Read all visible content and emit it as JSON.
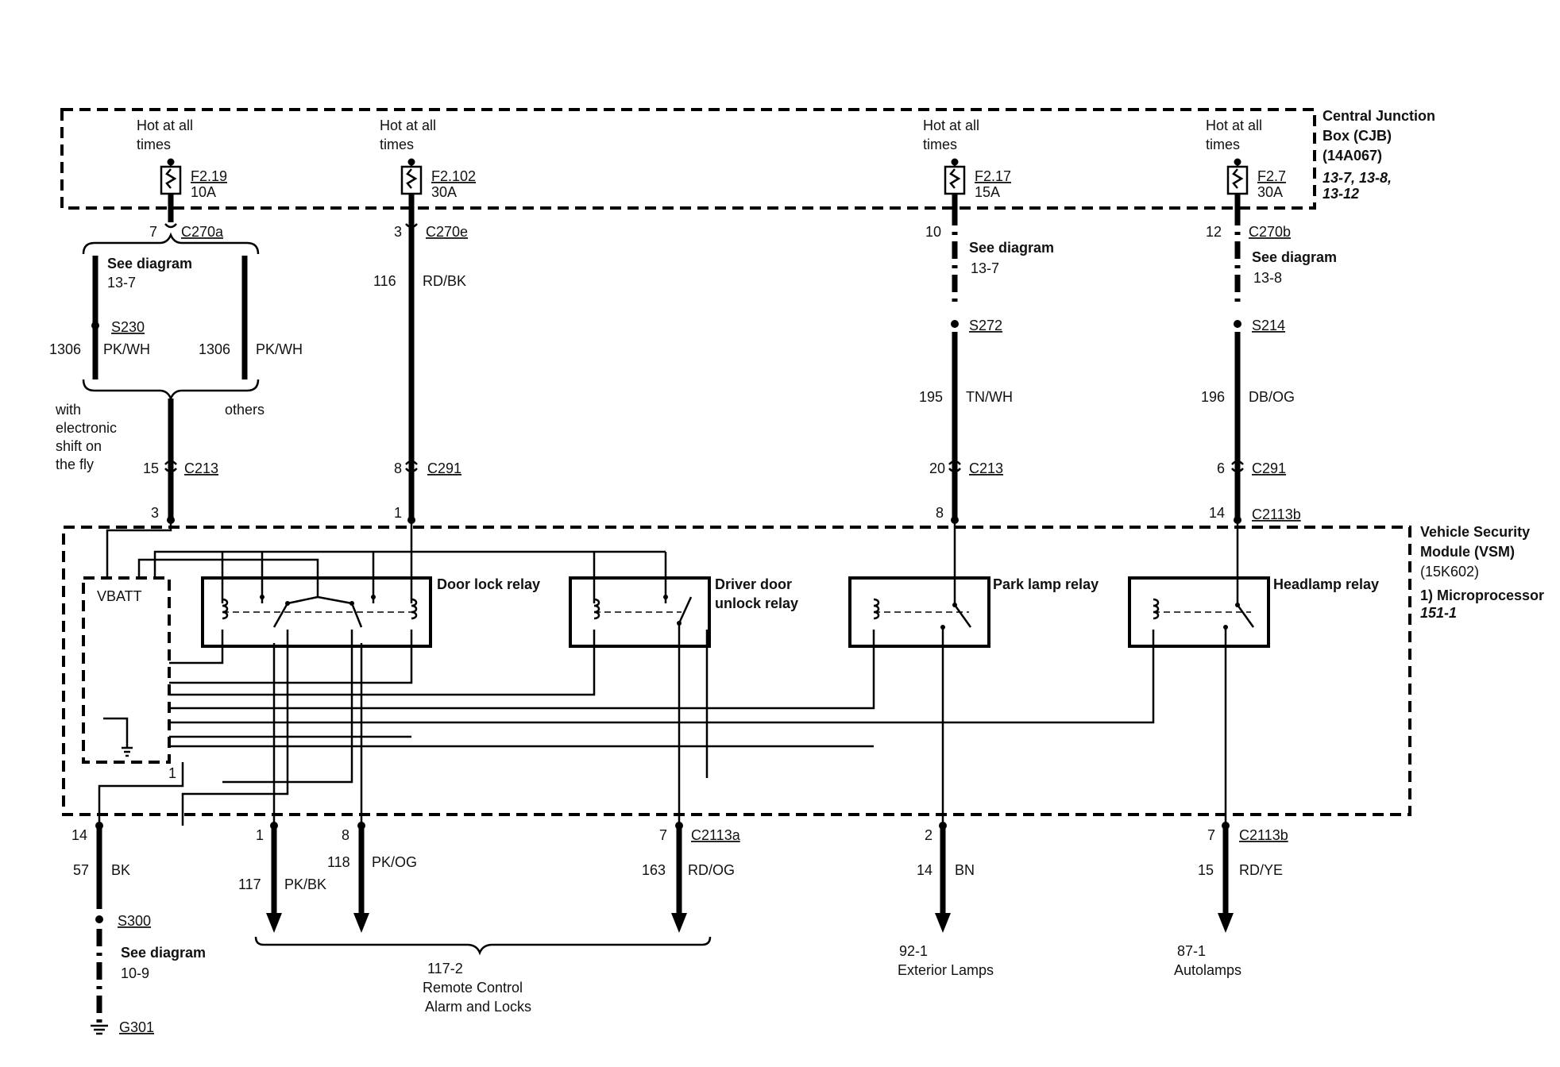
{
  "cjb": {
    "title1": "Central Junction",
    "title2": "Box (CJB)",
    "part": "(14A067)",
    "refs1": "13-7, 13-8,",
    "refs2": "13-12"
  },
  "vsm": {
    "title1": "Vehicle Security",
    "title2": "Module (VSM)",
    "part": "(15K602)",
    "note": "1) Microprocessor",
    "ref": "151-1",
    "vbatt": "VBATT",
    "pin1": "1"
  },
  "hot": {
    "line1": "Hot at all",
    "line2": "times"
  },
  "fuses": [
    {
      "id": "F2.19",
      "amp": "10A"
    },
    {
      "id": "F2.102",
      "amp": "30A"
    },
    {
      "id": "F2.17",
      "amp": "15A"
    },
    {
      "id": "F2.7",
      "amp": "30A"
    }
  ],
  "col1": {
    "pin_top": "7",
    "conn_top": "C270a",
    "see": "See diagram",
    "see_ref": "13-7",
    "splice": "S230",
    "circuit_a": "1306",
    "color_a": "PK/WH",
    "circuit_b": "1306",
    "color_b": "PK/WH",
    "opt1_l1": "with",
    "opt1_l2": "electronic",
    "opt1_l3": "shift on",
    "opt1_l4": "the fly",
    "opt2": "others",
    "pin_mid": "15",
    "conn_mid": "C213",
    "pin_vsm": "3"
  },
  "col2": {
    "pin_top": "3",
    "conn_top": "C270e",
    "circuit": "116",
    "color": "RD/BK",
    "pin_mid": "8",
    "conn_mid": "C291",
    "pin_vsm": "1"
  },
  "col3": {
    "pin_top": "10",
    "see": "See diagram",
    "see_ref": "13-7",
    "splice": "S272",
    "circuit": "195",
    "color": "TN/WH",
    "pin_mid": "20",
    "conn_mid": "C213",
    "pin_vsm": "8"
  },
  "col4": {
    "pin_top": "12",
    "conn_top": "C270b",
    "see": "See diagram",
    "see_ref": "13-8",
    "splice": "S214",
    "circuit": "196",
    "color": "DB/OG",
    "pin_mid": "6",
    "conn_mid": "C291",
    "pin_vsm": "14",
    "conn_vsm": "C2113b"
  },
  "relays": {
    "door_lock": "Door lock relay",
    "driver_unlock1": "Driver door",
    "driver_unlock2": "unlock relay",
    "park": "Park lamp relay",
    "headlamp": "Headlamp relay"
  },
  "outputs": {
    "ground": {
      "pin": "14",
      "circuit": "57",
      "color": "BK",
      "splice": "S300",
      "see": "See diagram",
      "see_ref": "10-9",
      "ground": "G301"
    },
    "lock1": {
      "pin": "1",
      "circuit": "117",
      "color": "PK/BK"
    },
    "lock2": {
      "pin": "8",
      "circuit": "118",
      "color": "PK/OG"
    },
    "unlock": {
      "pin": "7",
      "conn": "C2113a",
      "circuit": "163",
      "color": "RD/OG"
    },
    "park": {
      "pin": "2",
      "circuit": "14",
      "color": "BN",
      "dest1": "92-1",
      "dest2": "Exterior Lamps"
    },
    "head": {
      "pin": "7",
      "conn": "C2113b",
      "circuit": "15",
      "color": "RD/YE",
      "dest1": "87-1",
      "dest2": "Autolamps"
    },
    "group_ref": "117-2",
    "group1": "Remote Control",
    "group2": "Alarm and Locks"
  }
}
